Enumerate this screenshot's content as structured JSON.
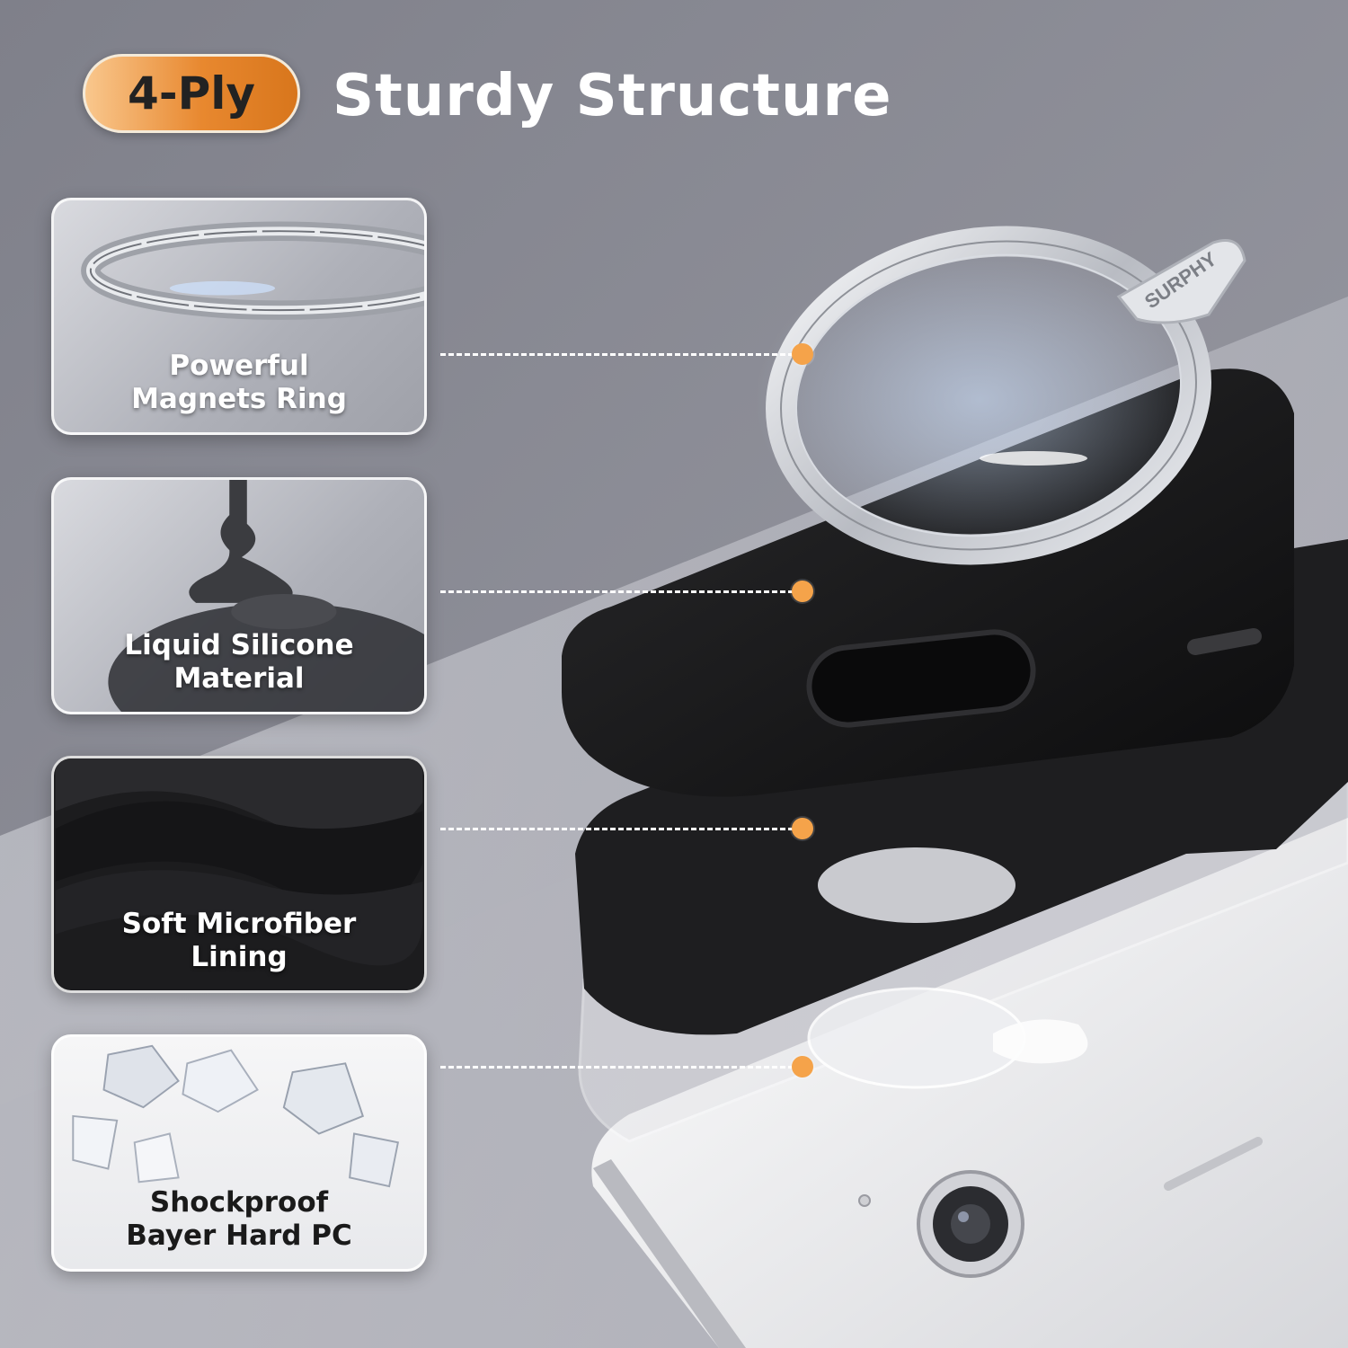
{
  "header": {
    "badge_label": "4-Ply",
    "title": "Sturdy Structure"
  },
  "colors": {
    "badge_orange": "#e8882f",
    "dot_orange": "#f5a34a",
    "background_gray": "#8e8f98",
    "title_text": "#ffffff"
  },
  "layers": [
    {
      "line1": "Powerful",
      "line2": "Magnets Ring",
      "icon": "magnet-ring-icon"
    },
    {
      "line1": "Liquid Silicone",
      "line2": "Material",
      "icon": "silicone-drip-icon"
    },
    {
      "line1": "Soft Microfiber",
      "line2": "Lining",
      "icon": "microfiber-fabric-icon"
    },
    {
      "line1": "Shockproof",
      "line2": "Bayer Hard PC",
      "icon": "crystal-shards-icon"
    }
  ],
  "product": {
    "tab_text": "SURPHY"
  }
}
